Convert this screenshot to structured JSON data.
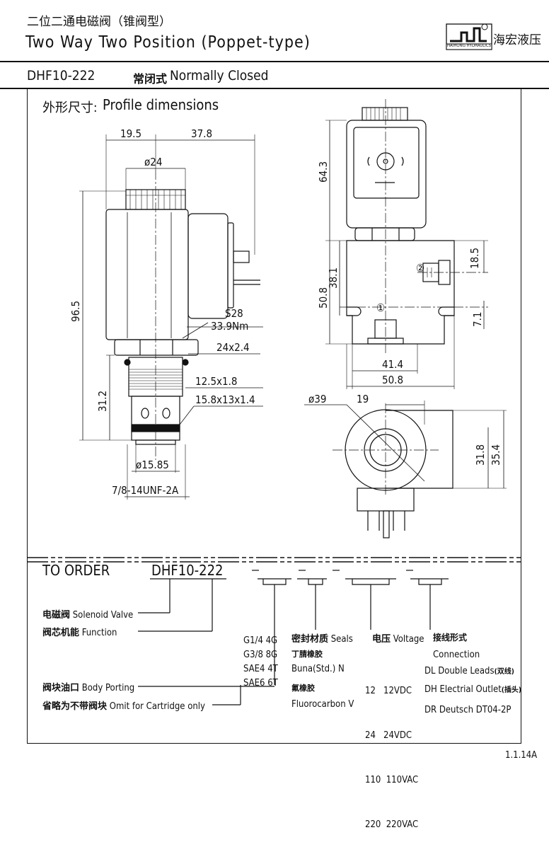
{
  "header": {
    "title_cn": "二位二通电磁阀（锥阀型）",
    "title_en": "Two Way Two Position (Poppet-type)",
    "model": "DHF10-222",
    "normally_closed_cn": "常闭式",
    "normally_closed_en": "Normally Closed",
    "logo_sub": "HAIHONG HYDRAULICS",
    "logo_cn": "海宏液压"
  },
  "profile": {
    "title_cn": "外形尺寸:",
    "title_en": "Profile dimensions"
  },
  "dims": {
    "d19_5": "19.5",
    "d37_8": "37.8",
    "dia24": "ø24",
    "d96_5": "96.5",
    "s28": "S28",
    "torque": "33.9Nm",
    "oring1": "24x2.4",
    "d31_2": "31.2",
    "oring2": "12.5x1.8",
    "oring3": "15.8x13x1.4",
    "dia15_85": "ø15.85",
    "thread": "7/8-14UNF-2A",
    "d64_3": "64.3",
    "d18_5": "18.5",
    "d38_1": "38.1",
    "d50_8v": "50.8",
    "d7_1": "7.1",
    "d41_4": "41.4",
    "d50_8h": "50.8",
    "port2": "②",
    "port1": "①",
    "dia39": "ø39",
    "d19b": "19",
    "d31_8": "31.8",
    "d35_4": "35.4"
  },
  "order": {
    "to_order": "TO ORDER",
    "code_prefix": "DHF10-",
    "code_suffix": "222",
    "solenoid_cn": "电磁阀",
    "solenoid_en": "Solenoid Valve",
    "function_cn": "阀芯机能",
    "function_en": "Function",
    "porting_cn": "阀块油口",
    "porting_en": "Body Porting",
    "omit_cn": "省略为不带阀块",
    "omit_en": "Omit for Cartridge only",
    "ports": [
      "G1/4  4G",
      "G3/8  8G",
      "SAE4  4T",
      "SAE6  6T"
    ],
    "seals_cn": "密封材质",
    "seals_en": "Seals",
    "buna_cn": "丁腈橡胶",
    "buna_en": "Buna(Std.)  N",
    "fluoro_cn": "氟橡胶",
    "fluoro_en": "Fluorocarbon  V",
    "voltage_cn": "电压",
    "voltage_en": "Voltage",
    "voltages": [
      "12   12VDC",
      "24   24VDC",
      "110  110VAC",
      "220  220VAC"
    ],
    "conn_cn": "接线形式",
    "conn_en": "Connection",
    "dl": "DL  Double Leads",
    "dl_cn": "(双线)",
    "dh": "DH  Electrial Outlet",
    "dh_cn": "(插头)",
    "dr": "DR  Deutsch DT04-2P"
  },
  "footer": {
    "page": "1.1.14A"
  }
}
